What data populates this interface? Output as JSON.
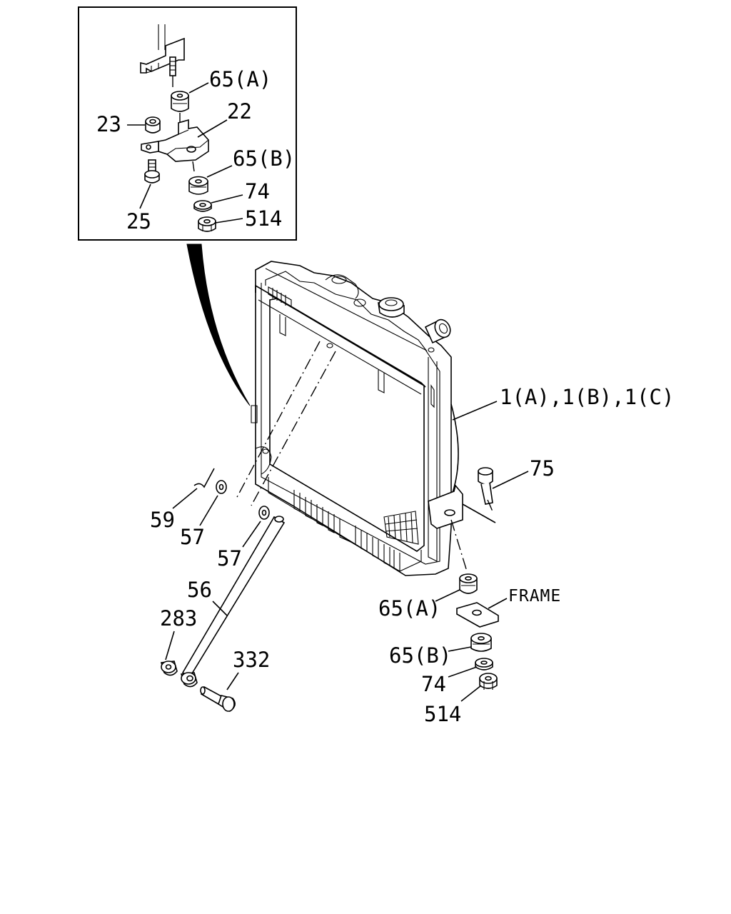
{
  "diagram": {
    "callouts": {
      "inset_65a": "65(A)",
      "inset_22": "22",
      "inset_23": "23",
      "inset_65b": "65(B)",
      "inset_74": "74",
      "inset_514": "514",
      "inset_25": "25",
      "radiator": "1(A),1(B),1(C)",
      "bolt_75": "75",
      "clip_59": "59",
      "washer_57_a": "57",
      "washer_57_b": "57",
      "stay_56": "56",
      "nut_283": "283",
      "bolt_332": "332",
      "mount_65a": "65(A)",
      "frame": "FRAME",
      "mount_65b": "65(B)",
      "washer_74": "74",
      "nut_514": "514"
    }
  }
}
